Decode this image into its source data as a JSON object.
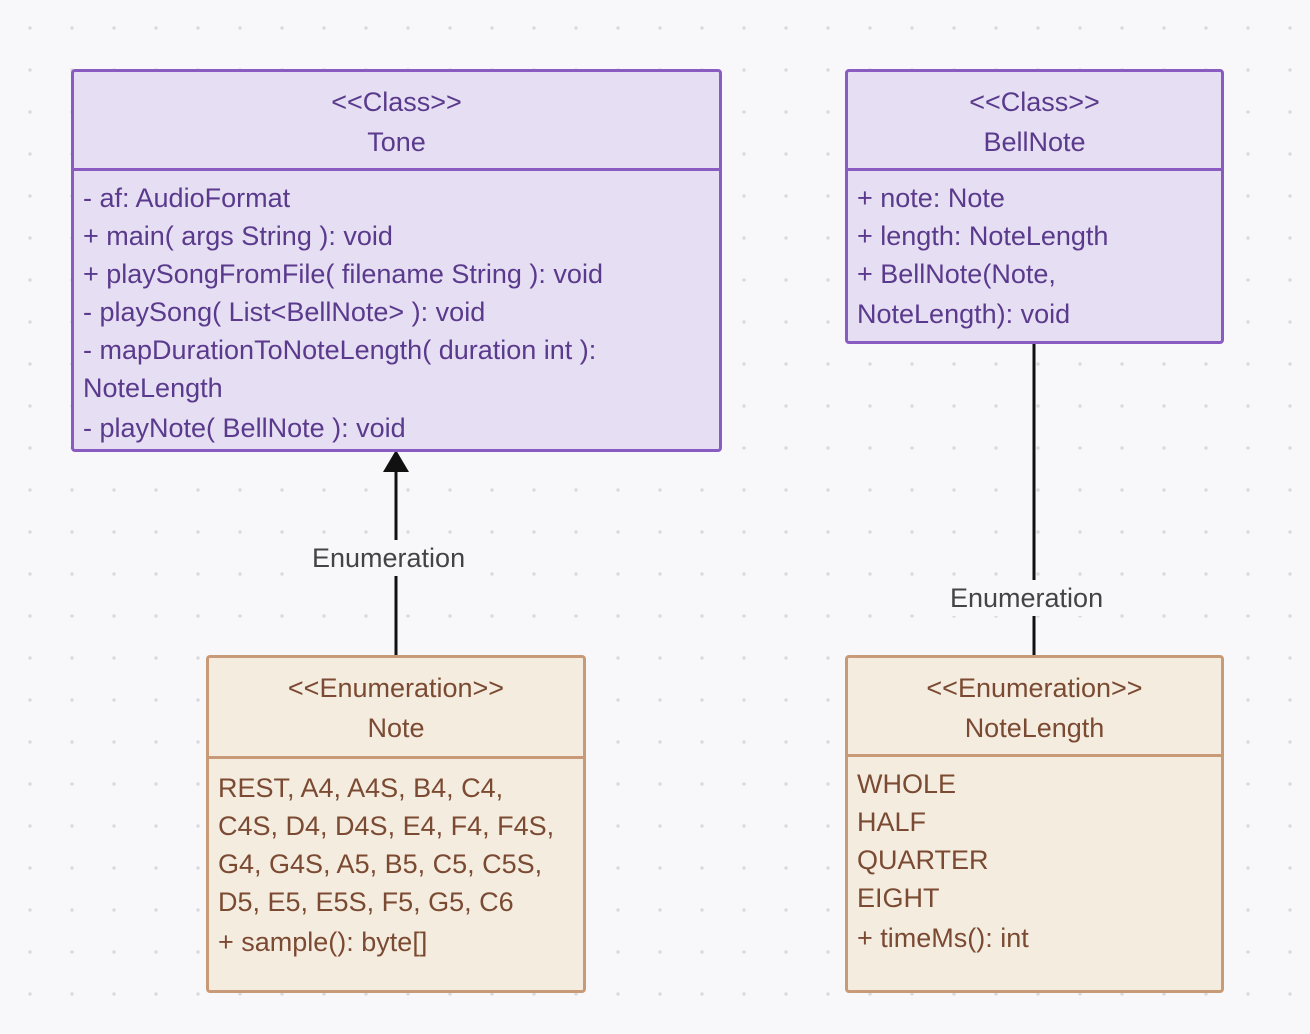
{
  "classes": {
    "tone": {
      "stereotype": "<<Class>>",
      "name": "Tone",
      "members": [
        "- af: AudioFormat",
        "+ main( args String ): void",
        "+ playSongFromFile( filename String ): void",
        "- playSong( List<BellNote> ): void",
        "- mapDurationToNoteLength( duration int ):",
        "NoteLength",
        "- playNote( BellNote ): void"
      ]
    },
    "bellnote": {
      "stereotype": "<<Class>>",
      "name": "BellNote",
      "members": [
        "+  note: Note",
        "+ length: NoteLength",
        "+  BellNote(Note,",
        "NoteLength): void"
      ]
    },
    "note": {
      "stereotype": "<<Enumeration>>",
      "name": "Note",
      "members": [
        "REST, A4, A4S, B4, C4,",
        "C4S, D4, D4S, E4, F4, F4S,",
        "G4, G4S, A5, B5, C5, C5S,",
        "D5, E5, E5S, F5, G5, C6",
        "+ sample(): byte[]"
      ]
    },
    "notelength": {
      "stereotype": "<<Enumeration>>",
      "name": "NoteLength",
      "members": [
        "WHOLE",
        "HALF",
        "QUARTER",
        "EIGHT",
        "+ timeMs(): int"
      ]
    }
  },
  "edges": {
    "note_to_tone": {
      "label": "Enumeration"
    },
    "notelength_to_bellnote": {
      "label": "Enumeration"
    }
  },
  "colors": {
    "class_fill": "#e6def2",
    "class_stroke": "#8a5cc2",
    "class_text": "#5a3a8c",
    "enum_fill": "#f5ece0",
    "enum_stroke": "#c89a78",
    "enum_text": "#7a4a32",
    "edge": "#111111"
  }
}
